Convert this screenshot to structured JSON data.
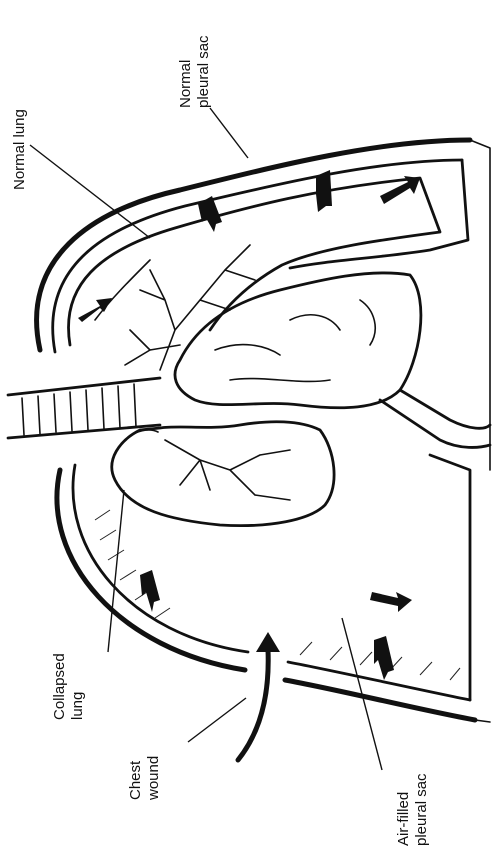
{
  "labels": {
    "normal_pleural_sac": [
      "Normal",
      "pleural sac"
    ],
    "normal_lung": "Normal lung",
    "collapsed_lung": [
      "Collapsed",
      "lung"
    ],
    "chest_wound": [
      "Chest",
      "wound"
    ],
    "air_filled_pleural_sac": [
      "Air-filled",
      "pleural sac"
    ]
  },
  "colors": {
    "ink": "#111111",
    "paper": "#ffffff"
  }
}
